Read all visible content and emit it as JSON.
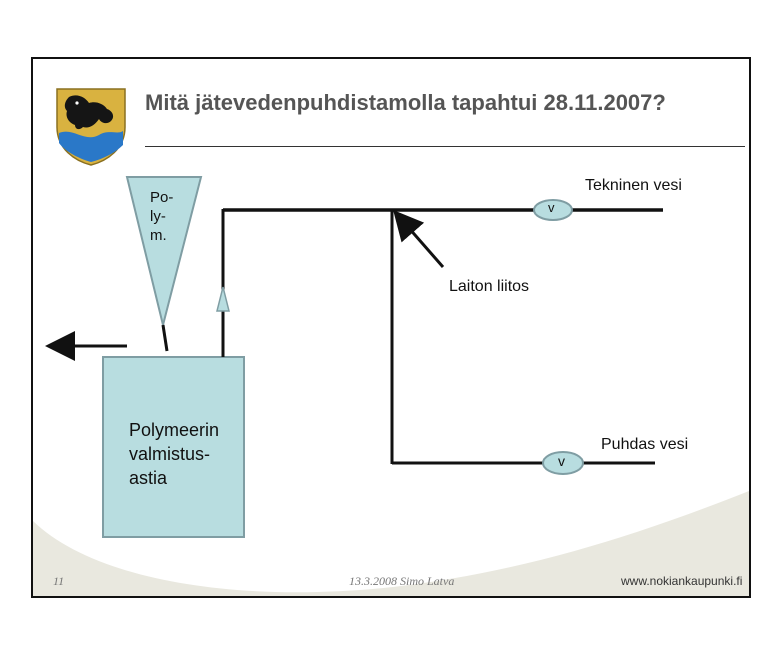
{
  "slide": {
    "title": "Mitä jätevedenpuhdistamolla tapahtui 28.11.2007?",
    "labels": {
      "technical_water": "Tekninen vesi",
      "illegal_connection": "Laiton liitos",
      "clean_water": "Puhdas vesi",
      "tank_line1": "Polymeerin",
      "tank_line2": "valmistus-",
      "tank_line3": "astia",
      "polymer_line1": "Po-",
      "polymer_line2": "ly-",
      "polymer_line3": "m.",
      "valve_top": "v",
      "valve_bottom": "v"
    },
    "footer": {
      "page_number": "11",
      "date_author": "13.3.2008 Simo Latva",
      "website": "www.nokiankaupunki.fi"
    }
  },
  "colors": {
    "shape_fill": "#b8dde0",
    "shape_stroke": "#7f9da3",
    "pipe": "#111111",
    "title": "#555555",
    "footer_band": "#e9e8df",
    "crest_blue": "#2a78c8",
    "crest_gold": "#d9b240"
  }
}
